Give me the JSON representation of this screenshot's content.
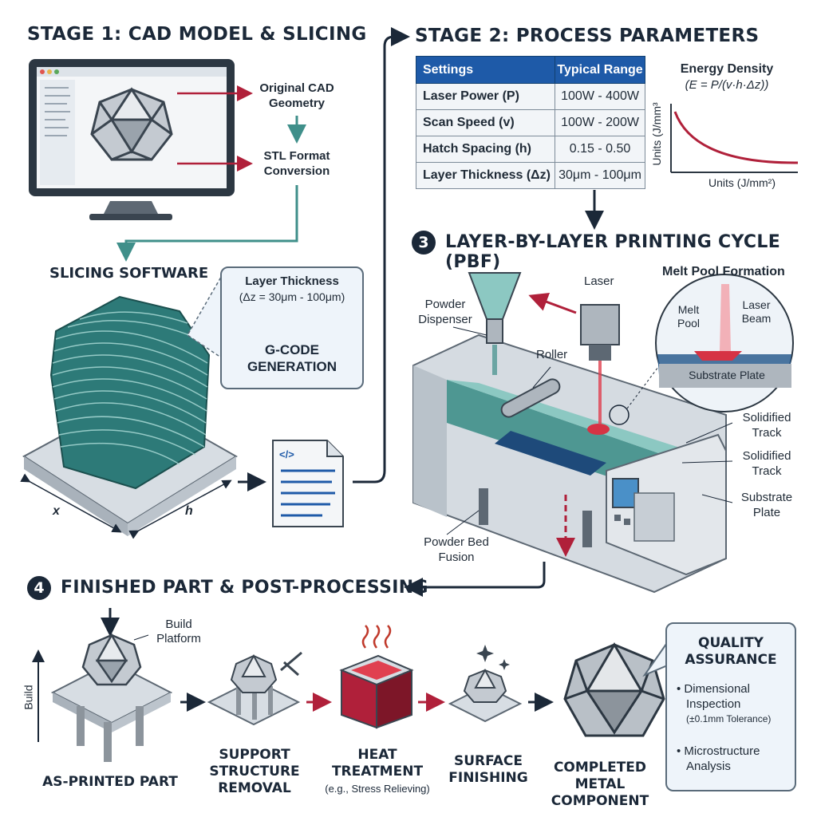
{
  "stage1": {
    "title": "STAGE 1: CAD MODEL & SLICING",
    "cad_label_1": "Original CAD",
    "cad_label_2": "Geometry",
    "stl_label_1": "STL Format",
    "stl_label_2": "Conversion",
    "slicing_title": "SLICING SOFTWARE",
    "callout_title": "Layer Thickness",
    "callout_range": "(Δz = 30μm - 100μm)",
    "gcode_1": "G-CODE",
    "gcode_2": "GENERATION",
    "axis_x": "x",
    "axis_h": "h",
    "file_glyph": "</>"
  },
  "stage2": {
    "title": "STAGE 2: PROCESS PARAMETERS",
    "table_header": [
      "Settings",
      "Typical Range"
    ],
    "rows": [
      {
        "name": "Laser Power (P)",
        "value": "100W - 400W"
      },
      {
        "name": "Scan Speed (v)",
        "value": "100W - 200W"
      },
      {
        "name": "Hatch Spacing (h)",
        "value": "0.15 - 0.50"
      },
      {
        "name": "Layer Thickness (Δz)",
        "value": "30μm - 100μm"
      }
    ],
    "graph_title": "Energy Density",
    "graph_formula": "(E = P/(v·h·Δz))",
    "graph_ylabel": "Units (J/mm³",
    "graph_xlabel": "Units (J/mm²)"
  },
  "stage3": {
    "number": "3",
    "title": "LAYER-BY-LAYER PRINTING CYCLE (PBF)",
    "powder_dispenser_1": "Powder",
    "powder_dispenser_2": "Dispenser",
    "laser": "Laser",
    "roller": "Roller",
    "melt_pool_title": "Melt Pool Formation",
    "melt_1": "Melt",
    "melt_2": "Pool",
    "laser_beam_1": "Laser",
    "laser_beam_2": "Beam",
    "substrate_inset": "Substrate Plate",
    "solidified_a_1": "Solidified",
    "solidified_a_2": "Track",
    "solidified_b_1": "Solidified",
    "solidified_b_2": "Track",
    "substrate_1": "Substrate",
    "substrate_2": "Plate",
    "pbf_1": "Powder Bed",
    "pbf_2": "Fusion"
  },
  "stage4": {
    "number": "4",
    "title": "FINISHED PART & POST-PROCESSING",
    "build_platform_1": "Build",
    "build_platform_2": "Platform",
    "build_axis": "Build",
    "as_printed": "AS-PRINTED PART",
    "support_1": "SUPPORT",
    "support_2": "STRUCTURE",
    "support_3": "REMOVAL",
    "heat_1": "HEAT",
    "heat_2": "TREATMENT",
    "heat_3": "(e.g., Stress Relieving)",
    "surface_1": "SURFACE",
    "surface_2": "FINISHING",
    "completed_1": "COMPLETED",
    "completed_2": "METAL COMPONENT",
    "qa_title_1": "QUALITY",
    "qa_title_2": "ASSURANCE",
    "qa_item1_1": "• Dimensional",
    "qa_item1_2": "Inspection",
    "qa_item1_3": "(±0.1mm Tolerance)",
    "qa_item2_1": "• Microstructure",
    "qa_item2_2": "Analysis"
  },
  "colors": {
    "navy": "#1b2838",
    "accent_blue": "#1e5aa8",
    "teal": "#3f8f8a",
    "crimson": "#b0203a",
    "metal": "#8c949c"
  }
}
